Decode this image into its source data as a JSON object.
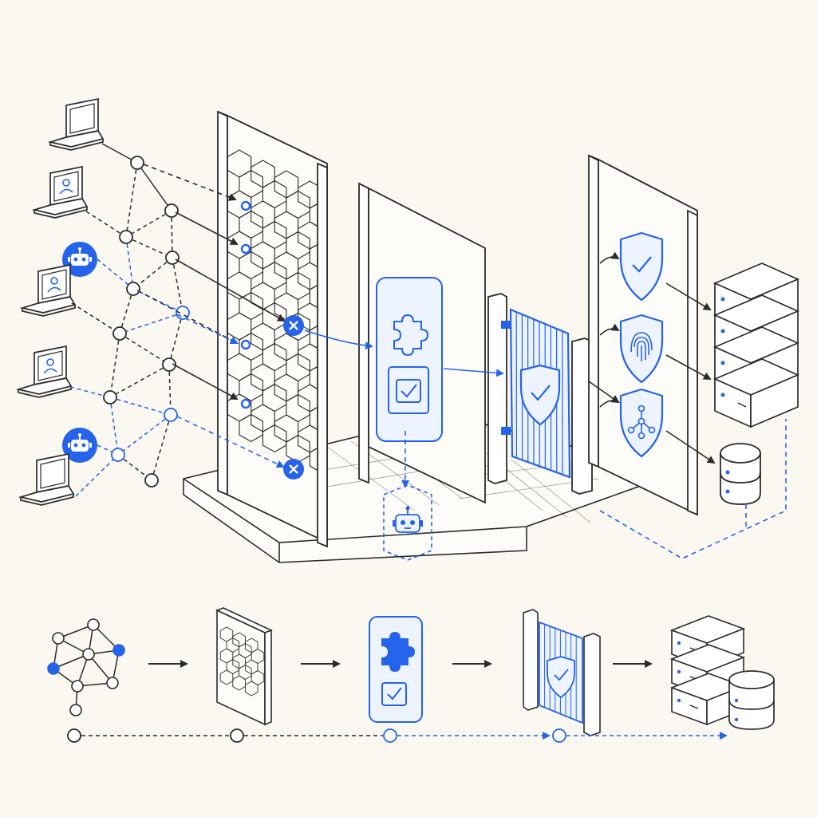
{
  "colors": {
    "background": "#fbf8f1",
    "ink": "#2b2b2b",
    "accent": "#2563eb",
    "accent_fill": "#eef4ff",
    "panel_fill": "#fdfcf8"
  },
  "sources": [
    {
      "kind": "user-device",
      "icon": "laptop-icon"
    },
    {
      "kind": "user-device",
      "icon": "laptop-user-icon"
    },
    {
      "kind": "bot",
      "icon": "robot-icon"
    },
    {
      "kind": "user-device",
      "icon": "laptop-user-icon"
    },
    {
      "kind": "user-device",
      "icon": "laptop-user-icon"
    },
    {
      "kind": "bot",
      "icon": "robot-icon"
    },
    {
      "kind": "user-device",
      "icon": "laptop-icon"
    }
  ],
  "stages": [
    {
      "id": "network-mesh",
      "icon": "network-graph-icon"
    },
    {
      "id": "hex-firewall",
      "icon": "hexagon-wall-icon"
    },
    {
      "id": "challenge-card",
      "icon": "puzzle-check-icon"
    },
    {
      "id": "security-gate",
      "icon": "shield-gate-icon"
    },
    {
      "id": "data-store",
      "icon": "server-database-icon"
    }
  ],
  "verification_shields": [
    "shield-check-icon",
    "shield-fingerprint-icon",
    "shield-network-icon"
  ],
  "blocked_markers": [
    "blocked-x-icon",
    "blocked-x-icon"
  ],
  "rejected_bot": "robot-icon"
}
